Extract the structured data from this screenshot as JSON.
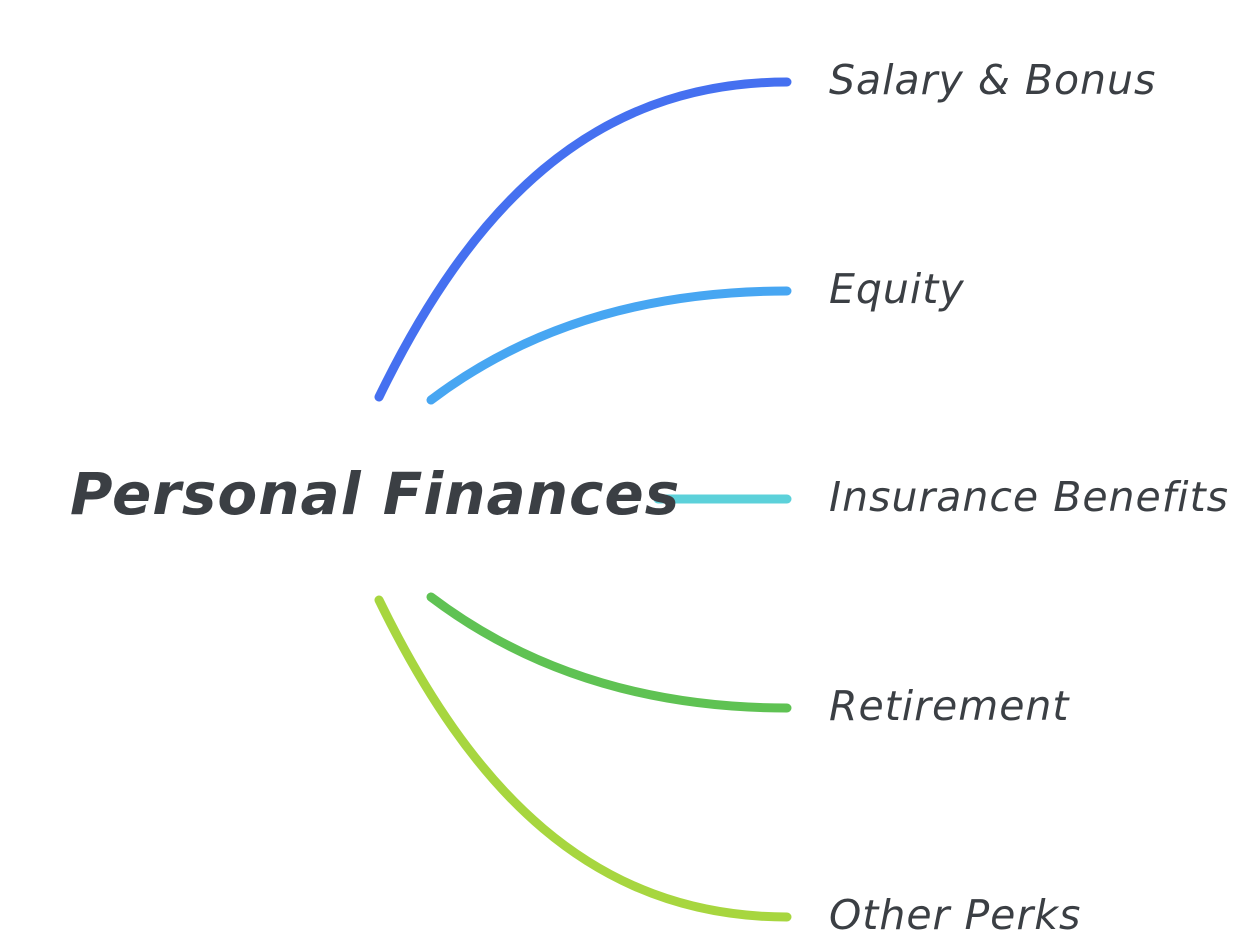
{
  "mindmap": {
    "root": {
      "label": "Personal Finances"
    },
    "branches": [
      {
        "label": "Salary & Bonus",
        "color": "#4570f0"
      },
      {
        "label": "Equity",
        "color": "#47a6f2"
      },
      {
        "label": "Insurance Benefits",
        "color": "#5cd1da"
      },
      {
        "label": "Retirement",
        "color": "#5fc253"
      },
      {
        "label": "Other Perks",
        "color": "#a7d63f"
      }
    ]
  }
}
